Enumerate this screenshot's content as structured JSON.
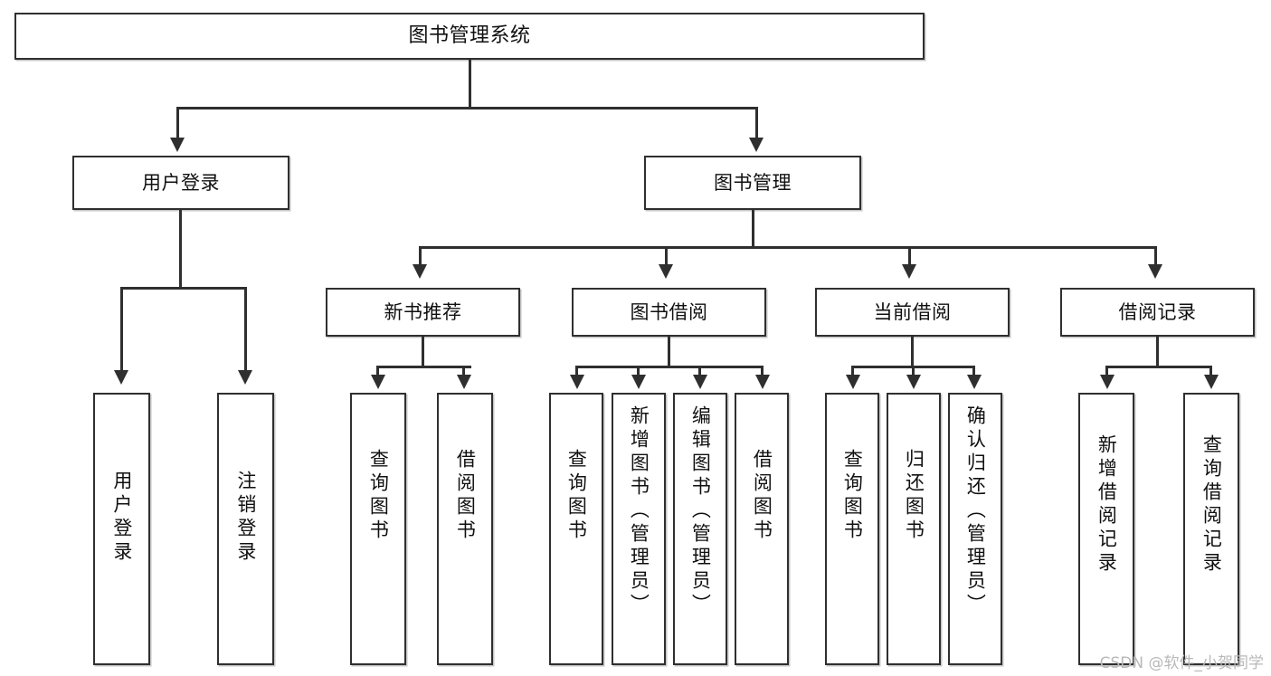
{
  "diagram": {
    "type": "tree-hierarchy",
    "title": "图书管理系统",
    "watermark": "CSDN @软件_小贺同学",
    "colors": {
      "border": "#2f2f2f",
      "text": "#101010",
      "background": "#ffffff",
      "watermark": "#b9b9b9"
    },
    "root": {
      "label": "图书管理系统"
    },
    "level1": [
      {
        "id": "user-login",
        "label": "用户登录"
      },
      {
        "id": "book-manage",
        "label": "图书管理"
      }
    ],
    "level2": [
      {
        "id": "new-book-rec",
        "label": "新书推荐",
        "parent": "book-manage"
      },
      {
        "id": "book-borrow",
        "label": "图书借阅",
        "parent": "book-manage"
      },
      {
        "id": "current-borrow",
        "label": "当前借阅",
        "parent": "book-manage"
      },
      {
        "id": "borrow-record",
        "label": "借阅记录",
        "parent": "book-manage"
      }
    ],
    "leaves": [
      {
        "id": "leaf-user-login",
        "label": "用户登录",
        "parent": "user-login"
      },
      {
        "id": "leaf-logout-login",
        "label": "注销登录",
        "parent": "user-login"
      },
      {
        "id": "leaf-query-book-1",
        "label": "查询图书",
        "parent": "new-book-rec"
      },
      {
        "id": "leaf-borrow-book-1",
        "label": "借阅图书",
        "parent": "new-book-rec"
      },
      {
        "id": "leaf-query-book-2",
        "label": "查询图书",
        "parent": "book-borrow"
      },
      {
        "id": "leaf-add-book",
        "label": "新增图书（管理员）",
        "parent": "book-borrow"
      },
      {
        "id": "leaf-edit-book",
        "label": "编辑图书（管理员）",
        "parent": "book-borrow"
      },
      {
        "id": "leaf-borrow-book-2",
        "label": "借阅图书",
        "parent": "book-borrow"
      },
      {
        "id": "leaf-query-book-3",
        "label": "查询图书",
        "parent": "current-borrow"
      },
      {
        "id": "leaf-return-book",
        "label": "归还图书",
        "parent": "current-borrow"
      },
      {
        "id": "leaf-confirm-return",
        "label": "确认归还（管理员）",
        "parent": "current-borrow"
      },
      {
        "id": "leaf-add-record",
        "label": "新增借阅记录",
        "parent": "borrow-record"
      },
      {
        "id": "leaf-query-record",
        "label": "查询借阅记录",
        "parent": "borrow-record"
      }
    ]
  }
}
